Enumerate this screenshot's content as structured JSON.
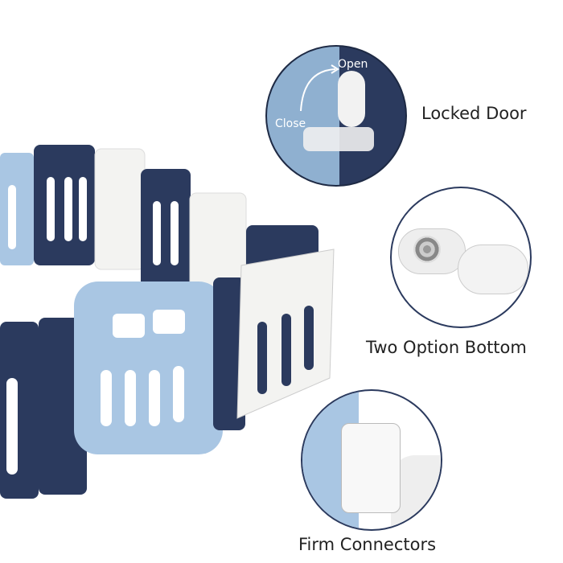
{
  "features": [
    {
      "label": "Locked Door",
      "open_label": "Open",
      "close_label": "Close"
    },
    {
      "label": "Two Option Bottom"
    },
    {
      "label": "Firm Connectors"
    }
  ],
  "colors": {
    "navy": "#2b3a5e",
    "light_blue": "#a9c6e3",
    "white_panel": "#f3f3f1",
    "text": "#222222"
  }
}
